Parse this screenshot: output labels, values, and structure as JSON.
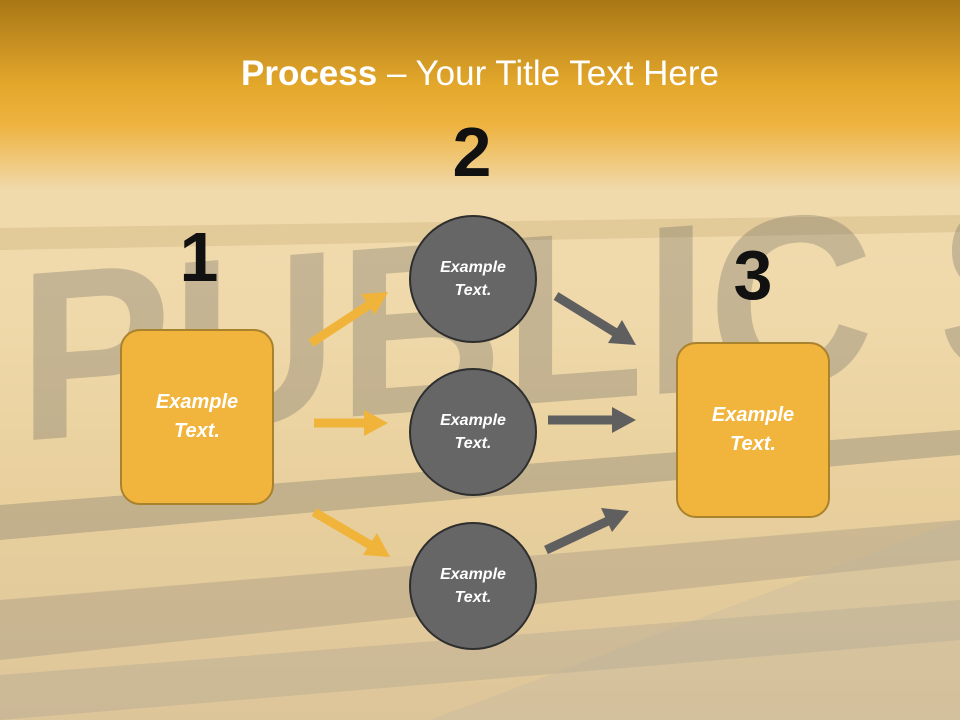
{
  "title": {
    "bold": "Process",
    "separator": " – ",
    "rest": "Your Title Text Here"
  },
  "background": {
    "text": "PUBLIC SCHOOL"
  },
  "steps": [
    {
      "number": "1",
      "box_text": "Example Text."
    },
    {
      "number": "2",
      "circles": [
        "Example Text.",
        "Example Text.",
        "Example Text."
      ]
    },
    {
      "number": "3",
      "box_text": "Example Text."
    }
  ],
  "colors": {
    "title_band": "#e3a72b",
    "box_fill": "#f1b43c",
    "circle_fill": "#666666",
    "arrow_orange": "#f0b43a",
    "arrow_gray": "#5f5f5f"
  }
}
